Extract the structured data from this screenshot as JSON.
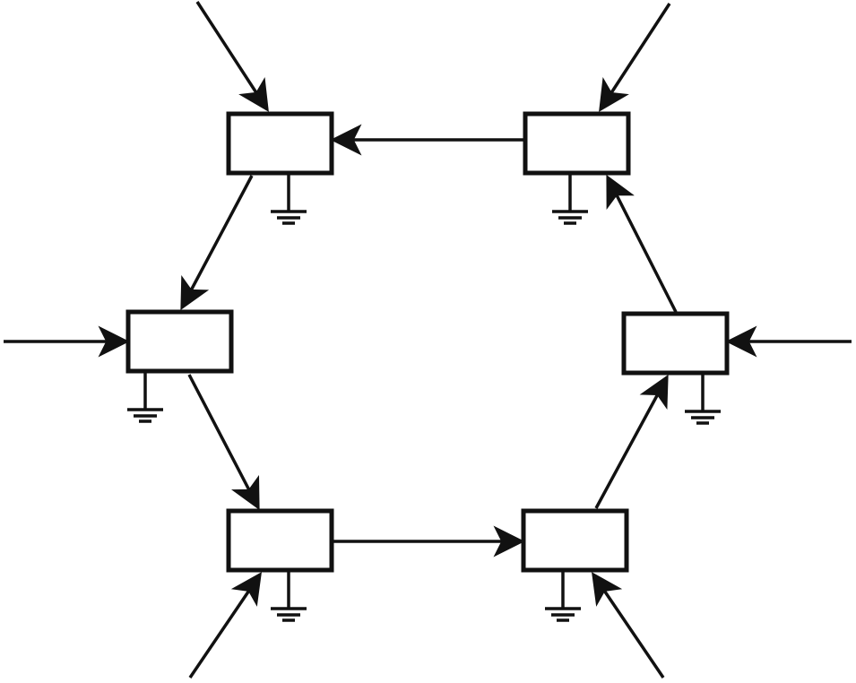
{
  "diagram": {
    "stroke_color": "#111111",
    "background_color": "#ffffff",
    "nodes": [
      {
        "id": "top-left",
        "label": ""
      },
      {
        "id": "top-right",
        "label": ""
      },
      {
        "id": "mid-left",
        "label": ""
      },
      {
        "id": "mid-right",
        "label": ""
      },
      {
        "id": "bottom-left",
        "label": ""
      },
      {
        "id": "bottom-right",
        "label": ""
      }
    ],
    "edges": [
      {
        "from": "top-right",
        "to": "top-left"
      },
      {
        "from": "top-left",
        "to": "mid-left"
      },
      {
        "from": "mid-left",
        "to": "bottom-left"
      },
      {
        "from": "bottom-left",
        "to": "bottom-right"
      },
      {
        "from": "bottom-right",
        "to": "mid-right"
      },
      {
        "from": "mid-right",
        "to": "top-right"
      }
    ],
    "external_inputs": [
      {
        "to": "top-left"
      },
      {
        "to": "top-right"
      },
      {
        "to": "mid-left"
      },
      {
        "to": "mid-right"
      },
      {
        "to": "bottom-left"
      },
      {
        "to": "bottom-right"
      }
    ],
    "ground_symbols": [
      "top-left",
      "top-right",
      "mid-left",
      "mid-right",
      "bottom-left",
      "bottom-right"
    ]
  }
}
